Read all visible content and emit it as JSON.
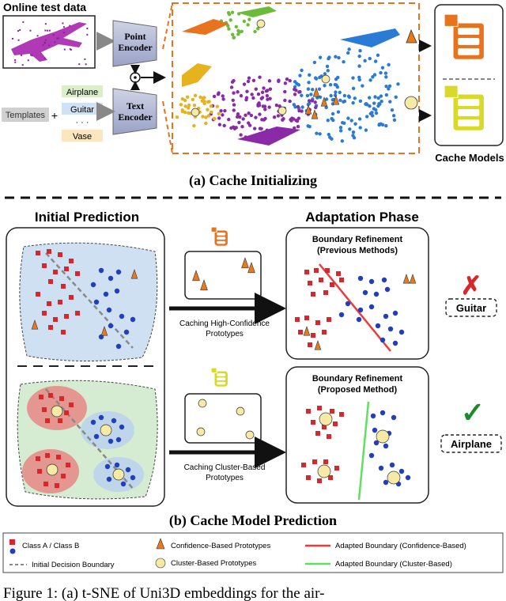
{
  "part_a": {
    "online_label": "Online test data",
    "point_encoder": [
      "Point",
      "Encoder"
    ],
    "text_encoder": [
      "Text",
      "Encoder"
    ],
    "templates_label": "Templates",
    "plus": "+",
    "classes": [
      "Airplane",
      "Guitar",
      "· · ·",
      "Vase"
    ],
    "dot_op": "⊙",
    "cache_models_label": "Cache Models",
    "caption": "(a) Cache Initializing"
  },
  "part_b": {
    "initial_title": "Initial Prediction",
    "adapt_title": "Adaptation Phase",
    "top": {
      "caching_label": [
        "Caching High-Confidence",
        "Prototypes"
      ],
      "boundary_title": [
        "Boundary Refinement",
        "(Previous Methods)"
      ],
      "result_mark": "✗",
      "result_label": "Guitar"
    },
    "bottom": {
      "caching_label": [
        "Caching Cluster-Based",
        "Prototypes"
      ],
      "boundary_title": [
        "Boundary Refinement",
        "(Proposed Method)"
      ],
      "result_mark": "✓",
      "result_label": "Airplane"
    },
    "caption": "(b) Cache Model Prediction"
  },
  "legend": {
    "class_ab": "Class A / Class B",
    "initial_boundary": "Initial Decision Boundary",
    "confidence_protos": "Confidence-Based Prototypes",
    "cluster_protos": "Cluster-Based Prototypes",
    "adapted_conf": "Adapted Boundary (Confidence-Based)",
    "adapted_cluster": "Adapted Boundary (Cluster-Based)"
  },
  "figure_caption": "Figure 1: (a) t-SNE of Uni3D embeddings for the air-",
  "colors": {
    "class_a": "#d8262a",
    "class_b": "#1f3fbf",
    "orange_proto": "#e87a1c",
    "yellow_proto": "#f6eaa6",
    "orange_accent": "#e8731f",
    "yellow_accent": "#d9d92a",
    "conf_line": "#f03a3a",
    "cluster_line": "#5fe05f",
    "red_check": "#d62828",
    "green_check": "#1b8a2a",
    "blue_region": "#cfe0f2",
    "green_region": "#d6ecd2",
    "red_region": "#e87a7a"
  }
}
